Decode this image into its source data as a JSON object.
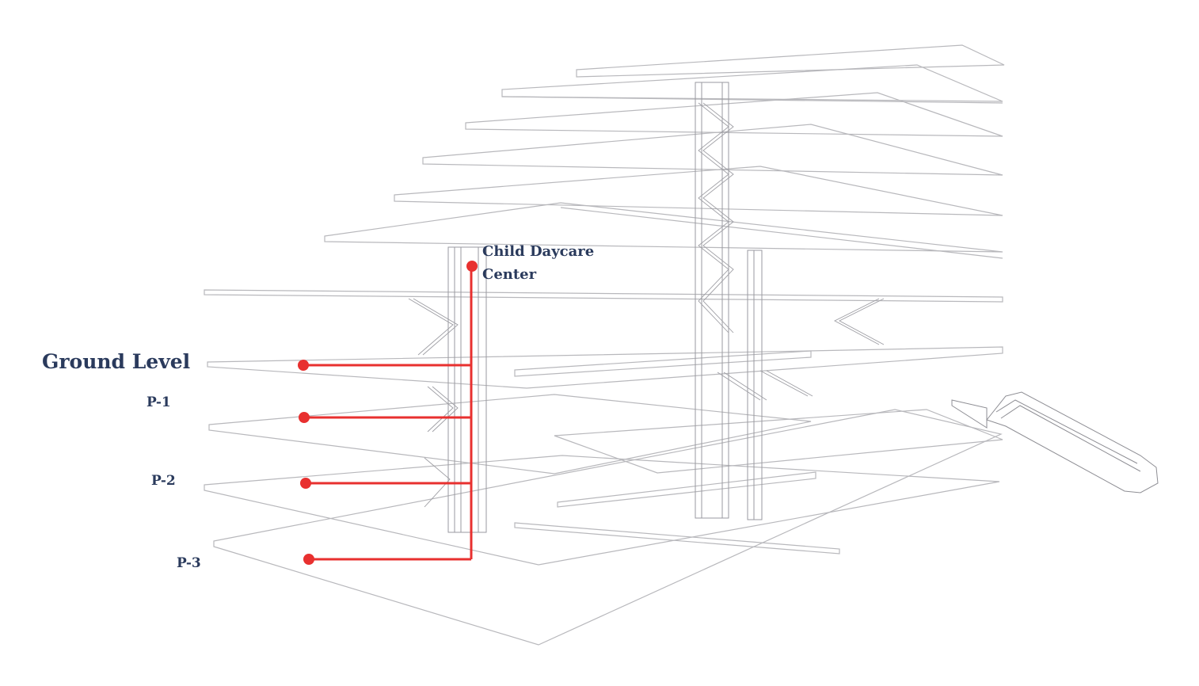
{
  "labels": {
    "ground_level": "Ground Level",
    "p1": "P-1",
    "p2": "P-2",
    "p3": "P-3",
    "daycare_line1": "Child Daycare",
    "daycare_line2": "Center"
  },
  "colors": {
    "label_text": "#2a3a5c",
    "connector_red": "#e8302f",
    "structure_line": "#b8b8bc",
    "core_line": "#9a9aa0"
  }
}
